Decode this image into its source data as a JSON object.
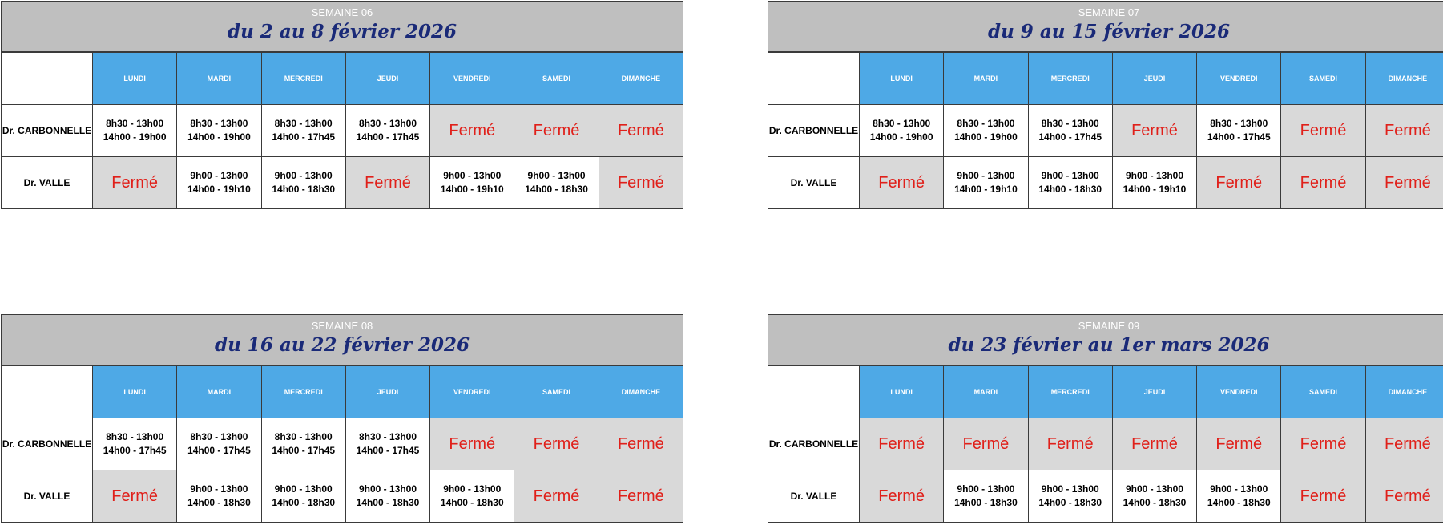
{
  "days": [
    "LUNDI",
    "MARDI",
    "MERCREDI",
    "JEUDI",
    "VENDREDI",
    "SAMEDI",
    "DIMANCHE"
  ],
  "closed_label": "Fermé",
  "weeks": [
    {
      "week_label": "SEMAINE 06",
      "range": "du 2 au 8 février 2026",
      "rows": [
        {
          "doctor": "Dr. CARBONNELLE",
          "cells": [
            [
              "8h30 - 13h00",
              "14h00 - 19h00"
            ],
            [
              "8h30 - 13h00",
              "14h00 - 19h00"
            ],
            [
              "8h30 - 13h00",
              "14h00 - 17h45"
            ],
            [
              "8h30 - 13h00",
              "14h00 - 17h45"
            ],
            null,
            null,
            null
          ]
        },
        {
          "doctor": "Dr. VALLE",
          "cells": [
            null,
            [
              "9h00 - 13h00",
              "14h00 - 19h10"
            ],
            [
              "9h00 - 13h00",
              "14h00 - 18h30"
            ],
            null,
            [
              "9h00 - 13h00",
              "14h00 - 19h10"
            ],
            [
              "9h00 - 13h00",
              "14h00 - 18h30"
            ],
            null
          ]
        }
      ]
    },
    {
      "week_label": "SEMAINE 07",
      "range": "du 9 au 15 février 2026",
      "rows": [
        {
          "doctor": "Dr. CARBONNELLE",
          "cells": [
            [
              "8h30 - 13h00",
              "14h00 - 19h00"
            ],
            [
              "8h30 - 13h00",
              "14h00 - 19h00"
            ],
            [
              "8h30 - 13h00",
              "14h00 - 17h45"
            ],
            null,
            [
              "8h30 - 13h00",
              "14h00 - 17h45"
            ],
            null,
            null
          ]
        },
        {
          "doctor": "Dr. VALLE",
          "cells": [
            null,
            [
              "9h00 - 13h00",
              "14h00 - 19h10"
            ],
            [
              "9h00 - 13h00",
              "14h00 - 18h30"
            ],
            [
              "9h00 - 13h00",
              "14h00 - 19h10"
            ],
            null,
            null,
            null
          ]
        }
      ]
    },
    {
      "week_label": "SEMAINE 08",
      "range": "du 16 au 22 février 2026",
      "rows": [
        {
          "doctor": "Dr. CARBONNELLE",
          "cells": [
            [
              "8h30 - 13h00",
              "14h00 - 17h45"
            ],
            [
              "8h30 - 13h00",
              "14h00 - 17h45"
            ],
            [
              "8h30 - 13h00",
              "14h00 - 17h45"
            ],
            [
              "8h30 - 13h00",
              "14h00 - 17h45"
            ],
            null,
            null,
            null
          ]
        },
        {
          "doctor": "Dr. VALLE",
          "cells": [
            null,
            [
              "9h00 - 13h00",
              "14h00 - 18h30"
            ],
            [
              "9h00 - 13h00",
              "14h00 - 18h30"
            ],
            [
              "9h00 - 13h00",
              "14h00 - 18h30"
            ],
            [
              "9h00 - 13h00",
              "14h00 - 18h30"
            ],
            null,
            null
          ]
        }
      ]
    },
    {
      "week_label": "SEMAINE 09",
      "range": "du 23 février au 1er mars 2026",
      "rows": [
        {
          "doctor": "Dr. CARBONNELLE",
          "cells": [
            null,
            null,
            null,
            null,
            null,
            null,
            null
          ]
        },
        {
          "doctor": "Dr. VALLE",
          "cells": [
            null,
            [
              "9h00 - 13h00",
              "14h00 - 18h30"
            ],
            [
              "9h00 - 13h00",
              "14h00 - 18h30"
            ],
            [
              "9h00 - 13h00",
              "14h00 - 18h30"
            ],
            [
              "9h00 - 13h00",
              "14h00 - 18h30"
            ],
            null,
            null
          ]
        }
      ]
    }
  ]
}
